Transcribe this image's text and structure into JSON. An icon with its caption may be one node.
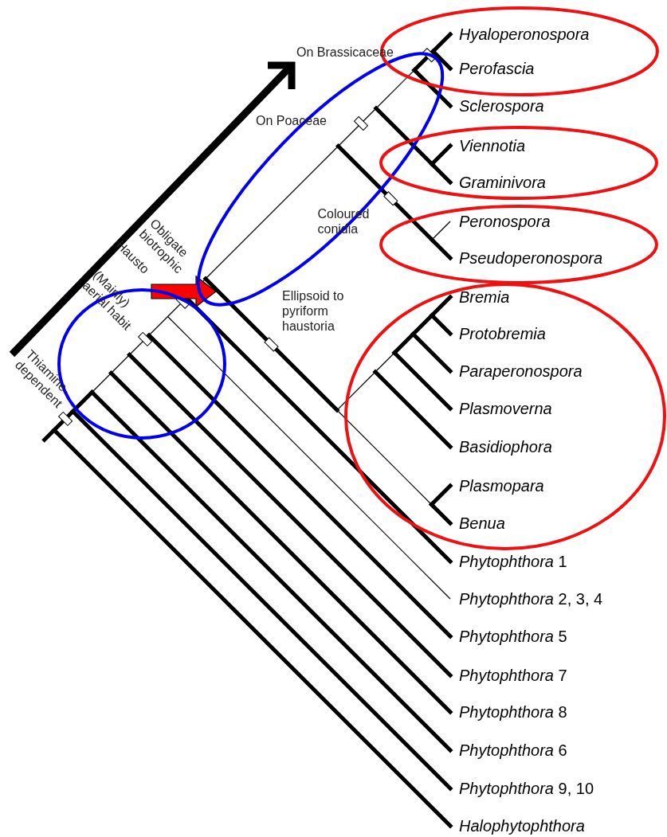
{
  "diagram": {
    "nodes": [
      {
        "text": [
          "Hyaloperonospora",
          "Perofascia"
        ]
      },
      {
        "text": [
          "Viennotia",
          "Graminivora"
        ]
      },
      {
        "text": [
          "Peronospora",
          "Pseudoperonospora"
        ]
      },
      {
        "text": [
          "Bremia",
          "Protobremia",
          "Paraperonospora",
          "Plasmoverna",
          "Basidiophora",
          "Plasmopara",
          "Benua"
        ]
      }
    ],
    "labels": [
      "On Brassicaceae",
      "Sclerospora",
      "On Poaceae",
      "Coloured conidia",
      "Obligate biotrophic",
      "Hausto",
      "(Mainly) aerial habit",
      "Ellipsoid to pyriform haustoria",
      "Thiamine-dependent",
      "*Phytophthora* 1",
      "*Phytophthora* 2, 3, 4",
      "*Phytophthora* 5",
      "*Phytophthora* 7",
      "*Phytophthora* 8",
      "*Phytophthora* 6",
      "*Phytophthora* 9, 10",
      "Halophytophthora"
    ]
  }
}
